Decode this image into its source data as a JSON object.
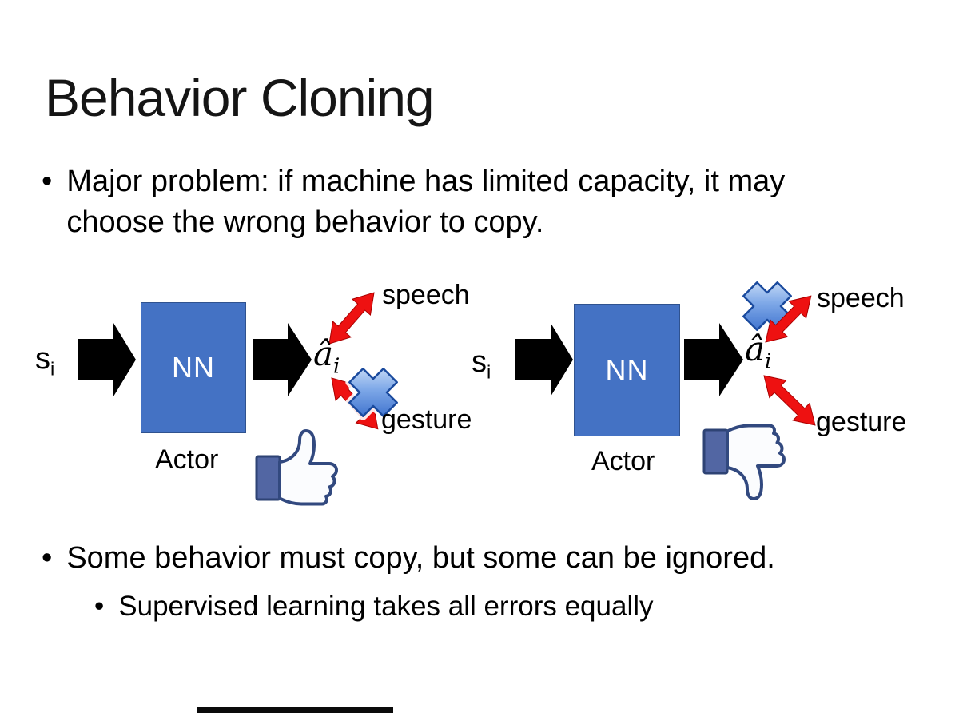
{
  "slide": {
    "title": "Behavior Cloning",
    "bullet_char": "•",
    "bullets": {
      "major_problem": "Major problem: if machine has limited capacity, it may choose the wrong behavior to copy.",
      "some_behavior": "Some behavior must copy, but some can be ignored.",
      "supervised": "Supervised learning takes all errors equally"
    }
  },
  "diagrams": {
    "left": {
      "input": "s",
      "input_sub": "i",
      "box": "NN",
      "box_caption": "Actor",
      "output": "â",
      "output_sub": "i",
      "speech": "speech",
      "gesture": "gesture",
      "crossed_out": "gesture",
      "feedback_icon": "thumbs-up"
    },
    "right": {
      "input": "s",
      "input_sub": "i",
      "box": "NN",
      "box_caption": "Actor",
      "output": "â",
      "output_sub": "i",
      "speech": "speech",
      "gesture": "gesture",
      "crossed_out": "speech",
      "feedback_icon": "thumbs-down"
    }
  },
  "colors": {
    "nn_box": "#4472C4",
    "black_arrow": "#000000",
    "red_arrow": "#EE1111",
    "cross_blue": "#2B62C6",
    "thumb_outline": "#32497F",
    "thumb_cuff": "#5266A3",
    "text": "#000000"
  }
}
